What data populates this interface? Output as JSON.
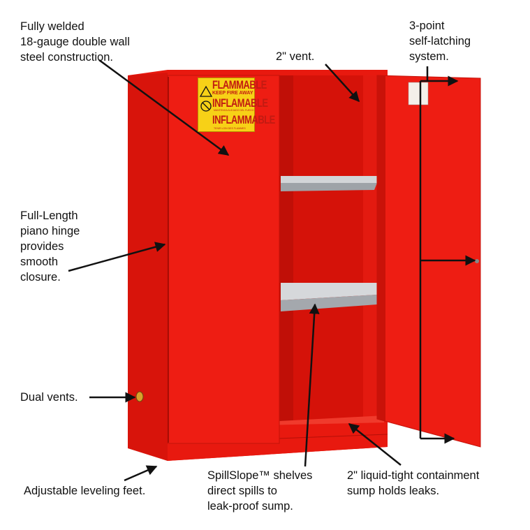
{
  "labels": {
    "construction": "Fully welded\n18-gauge double wall\nsteel construction.",
    "vent": "2\" vent.",
    "latching": "3-point\nself-latching\nsystem.",
    "hinge": "Full-Length\npiano hinge\nprovides\nsmooth\nclosure.",
    "dual_vents": "Dual vents.",
    "feet": "Adjustable leveling feet.",
    "shelves": "SpillSlope™ shelves\ndirect spills to\nleak-proof sump.",
    "sump": "2\" liquid-tight containment\nsump holds leaks."
  },
  "sign": {
    "line1": "FLAMMABLE",
    "line2": "KEEP FIRE AWAY",
    "line3": "INFLAMABLE",
    "line4": "MANTENGA ALEJADO DEL FUEGO",
    "line5": "INFLAMMABLE",
    "line6": "TENIR LOIN DES FLAMMES"
  },
  "colors": {
    "cabinet": "#ee1c12",
    "shelf": "#c9ccd0",
    "sign": "#f7d117"
  }
}
